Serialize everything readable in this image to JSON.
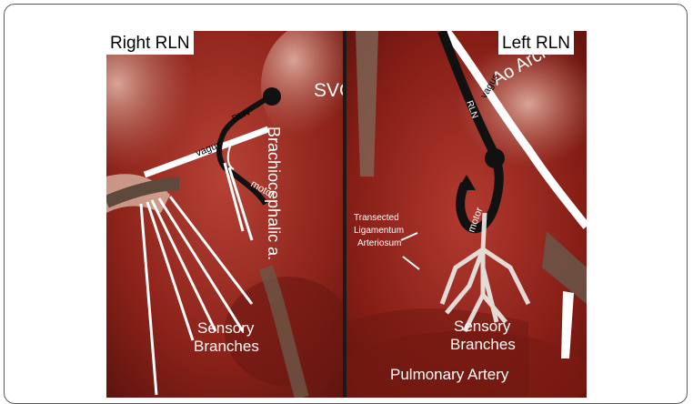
{
  "panels": {
    "left": {
      "title": "Right RLN",
      "labels": {
        "svc": "SVC",
        "vagus": "vagus",
        "rln": "RLN",
        "brachiocephalic": "Brachiocephalic a.",
        "motor": "motor",
        "sensory_line1": "Sensory",
        "sensory_line2": "Branches"
      }
    },
    "right": {
      "title": "Left RLN",
      "labels": {
        "ao_arch": "Ao Arch",
        "vagus": "vagus",
        "rln": "RLN",
        "motor": "motor",
        "ligament_line1": "Transected",
        "ligament_line2": "Ligamentum",
        "ligament_line3": "Arteriosum",
        "sensory_line1": "Sensory",
        "sensory_line2": "Branches",
        "pulmonary": "Pulmonary Artery"
      }
    }
  },
  "colors": {
    "tissue_base": "#9a2a22",
    "tissue_dark": "#5e1410",
    "tissue_light": "#c86a5e",
    "nerve": "#111111",
    "line": "#ffffff"
  }
}
